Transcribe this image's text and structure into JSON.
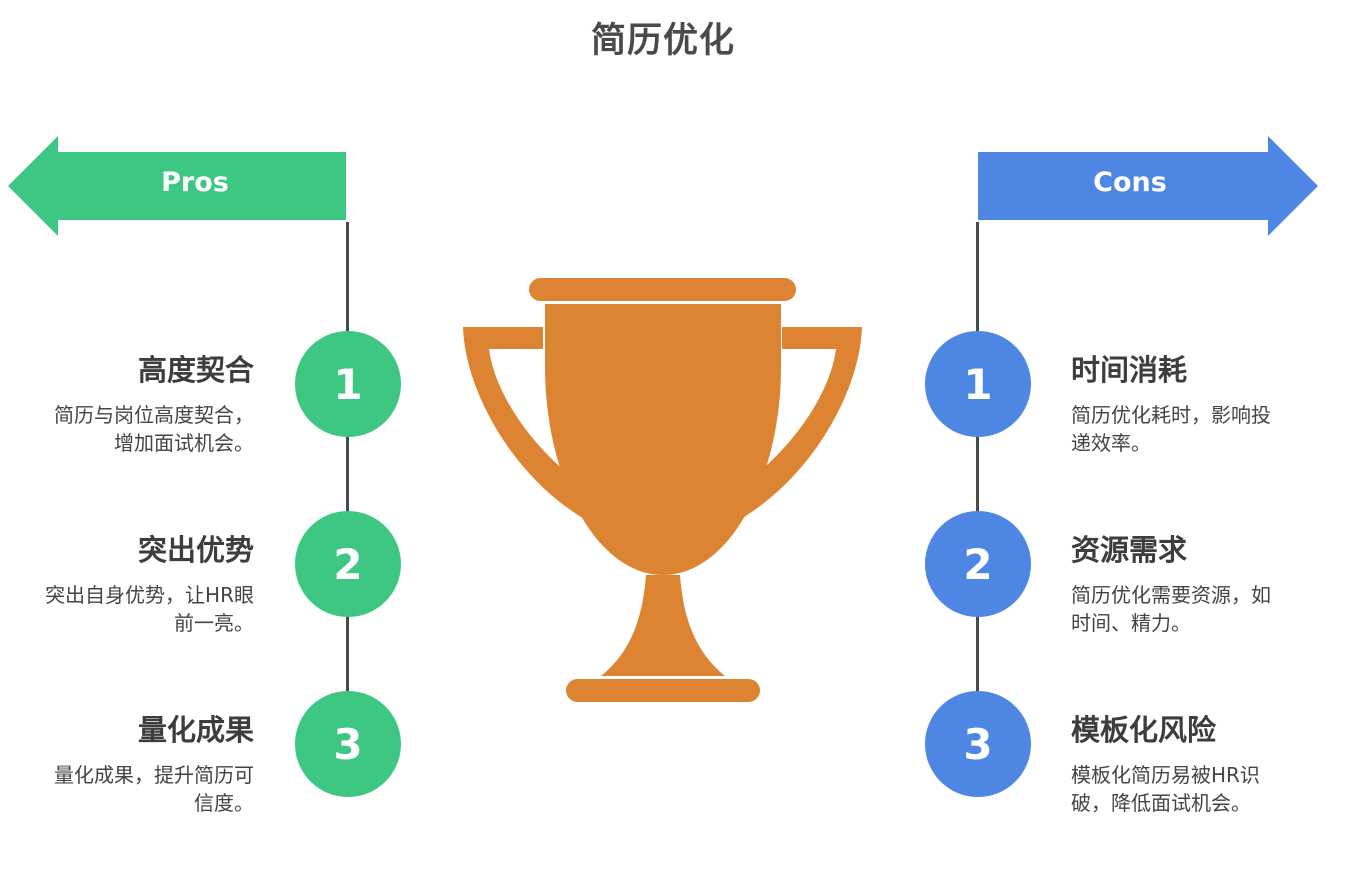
{
  "title": "简历优化",
  "colors": {
    "pros": "#3ec783",
    "cons": "#4e86e4",
    "trophy": "#dd8433",
    "line": "#4a4a4a"
  },
  "pros": {
    "label": "Pros",
    "items": [
      {
        "num": "1",
        "title": "高度契合",
        "desc_l1": "简历与岗位高度契合，",
        "desc_l2": "增加面试机会。"
      },
      {
        "num": "2",
        "title": "突出优势",
        "desc_l1": "突出自身优势，让HR眼",
        "desc_l2": "前一亮。"
      },
      {
        "num": "3",
        "title": "量化成果",
        "desc_l1": "量化成果，提升简历可",
        "desc_l2": "信度。"
      }
    ]
  },
  "cons": {
    "label": "Cons",
    "items": [
      {
        "num": "1",
        "title": "时间消耗",
        "desc_l1": "简历优化耗时，影响投",
        "desc_l2": "递效率。"
      },
      {
        "num": "2",
        "title": "资源需求",
        "desc_l1": "简历优化需要资源，如",
        "desc_l2": "时间、精力。"
      },
      {
        "num": "3",
        "title": "模板化风险",
        "desc_l1": "模板化简历易被HR识",
        "desc_l2": "破，降低面试机会。"
      }
    ]
  },
  "icons": {
    "center": "trophy-icon",
    "pros_arrow": "left-arrow-icon",
    "cons_arrow": "right-arrow-icon"
  }
}
